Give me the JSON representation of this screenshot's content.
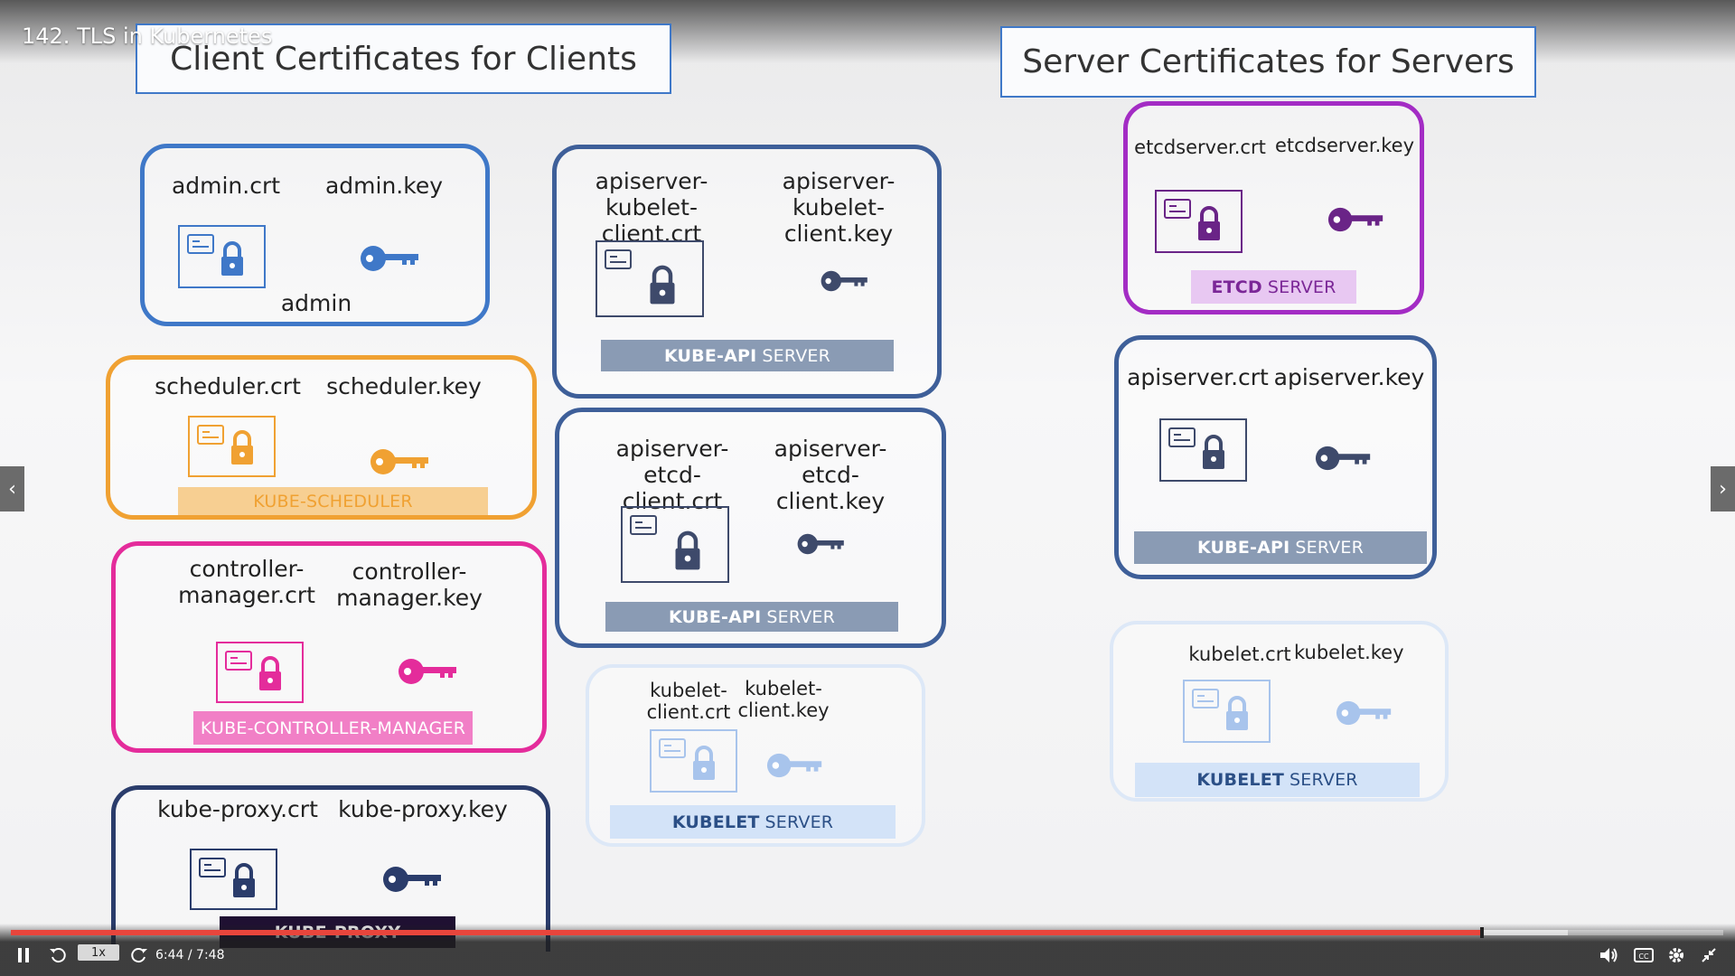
{
  "video": {
    "title": "142. TLS in Kubernetes",
    "speed": "1x",
    "time": "6:44 / 7:48",
    "progress": 0.859
  },
  "headers": {
    "client": "Client Certificates for Clients",
    "server": "Server Certificates for Servers"
  },
  "client": {
    "admin": {
      "crt": "admin.crt",
      "key": "admin.key",
      "name": "admin",
      "color": "#3f78c8"
    },
    "scheduler": {
      "crt": "scheduler.crt",
      "key": "scheduler.key",
      "banner": "KUBE-SCHEDULER",
      "color": "#f0a132"
    },
    "controller": {
      "crt": "controller-\nmanager.crt",
      "key": "controller-\nmanager.key",
      "banner": "KUBE-CONTROLLER-MANAGER",
      "color": "#e42c9b"
    },
    "proxy": {
      "crt": "kube-proxy.crt",
      "key": "kube-proxy.key",
      "banner": "KUBE-PROXY",
      "color": "#2a3c6b"
    }
  },
  "apiserver_clients": {
    "kubelet": {
      "crt": "apiserver-kubelet-\nclient.crt",
      "key": "apiserver-kubelet-\nclient.key",
      "banner_bold": "KUBE-API",
      "banner_rest": "SERVER",
      "color": "#3e5f99"
    },
    "etcd": {
      "crt": "apiserver-etcd-\nclient.crt",
      "key": "apiserver-etcd-\nclient.key",
      "banner_bold": "KUBE-API",
      "banner_rest": "SERVER",
      "color": "#3e5f99"
    },
    "kubelet_client": {
      "crt": "kubelet-\nclient.crt",
      "key": "kubelet-\nclient.key",
      "banner_bold": "KUBELET",
      "banner_rest": "SERVER",
      "color": "#c7daf3"
    }
  },
  "server": {
    "etcd": {
      "crt": "etcdserver.crt",
      "key": "etcdserver.key",
      "banner_bold": "ETCD",
      "banner_rest": "SERVER",
      "color": "#a32cc4"
    },
    "apiserver": {
      "crt": "apiserver.crt",
      "key": "apiserver.key",
      "banner_bold": "KUBE-API",
      "banner_rest": "SERVER",
      "color": "#3e5f99"
    },
    "kubelet": {
      "crt": "kubelet.crt",
      "key": "kubelet.key",
      "banner_bold": "KUBELET",
      "banner_rest": "SERVER",
      "color": "#c7daf3"
    }
  },
  "icons": {
    "play_pause": "pause-icon",
    "rewind": "rewind-icon",
    "forward": "forward-icon",
    "volume": "volume-icon",
    "captions": "captions-icon",
    "settings": "gear-icon",
    "fullscreen": "exit-fullscreen-icon",
    "prev": "chevron-left-icon",
    "next": "chevron-right-icon"
  }
}
